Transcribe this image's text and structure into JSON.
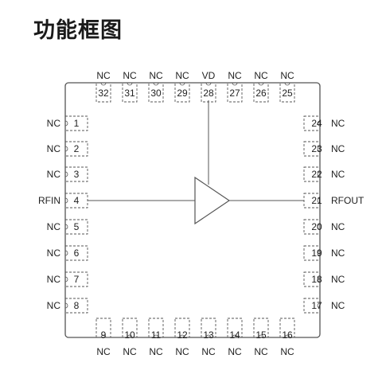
{
  "title": "功能框图",
  "pins": {
    "top": [
      {
        "num": "32",
        "name": "NC"
      },
      {
        "num": "31",
        "name": "NC"
      },
      {
        "num": "30",
        "name": "NC"
      },
      {
        "num": "29",
        "name": "NC"
      },
      {
        "num": "28",
        "name": "VD"
      },
      {
        "num": "27",
        "name": "NC"
      },
      {
        "num": "26",
        "name": "NC"
      },
      {
        "num": "25",
        "name": "NC"
      }
    ],
    "bottom": [
      {
        "num": "9",
        "name": "NC"
      },
      {
        "num": "10",
        "name": "NC"
      },
      {
        "num": "11",
        "name": "NC"
      },
      {
        "num": "12",
        "name": "NC"
      },
      {
        "num": "13",
        "name": "NC"
      },
      {
        "num": "14",
        "name": "NC"
      },
      {
        "num": "15",
        "name": "NC"
      },
      {
        "num": "16",
        "name": "NC"
      }
    ],
    "left": [
      {
        "num": "1",
        "name": "NC"
      },
      {
        "num": "2",
        "name": "NC"
      },
      {
        "num": "3",
        "name": "NC"
      },
      {
        "num": "4",
        "name": "RFIN"
      },
      {
        "num": "5",
        "name": "NC"
      },
      {
        "num": "6",
        "name": "NC"
      },
      {
        "num": "7",
        "name": "NC"
      },
      {
        "num": "8",
        "name": "NC"
      }
    ],
    "right": [
      {
        "num": "24",
        "name": "NC"
      },
      {
        "num": "23",
        "name": "NC"
      },
      {
        "num": "22",
        "name": "NC"
      },
      {
        "num": "21",
        "name": "RFOUT"
      },
      {
        "num": "20",
        "name": "NC"
      },
      {
        "num": "19",
        "name": "NC"
      },
      {
        "num": "18",
        "name": "NC"
      },
      {
        "num": "17",
        "name": "NC"
      }
    ]
  },
  "colors": {
    "outline": "#555555",
    "text": "#222222"
  }
}
